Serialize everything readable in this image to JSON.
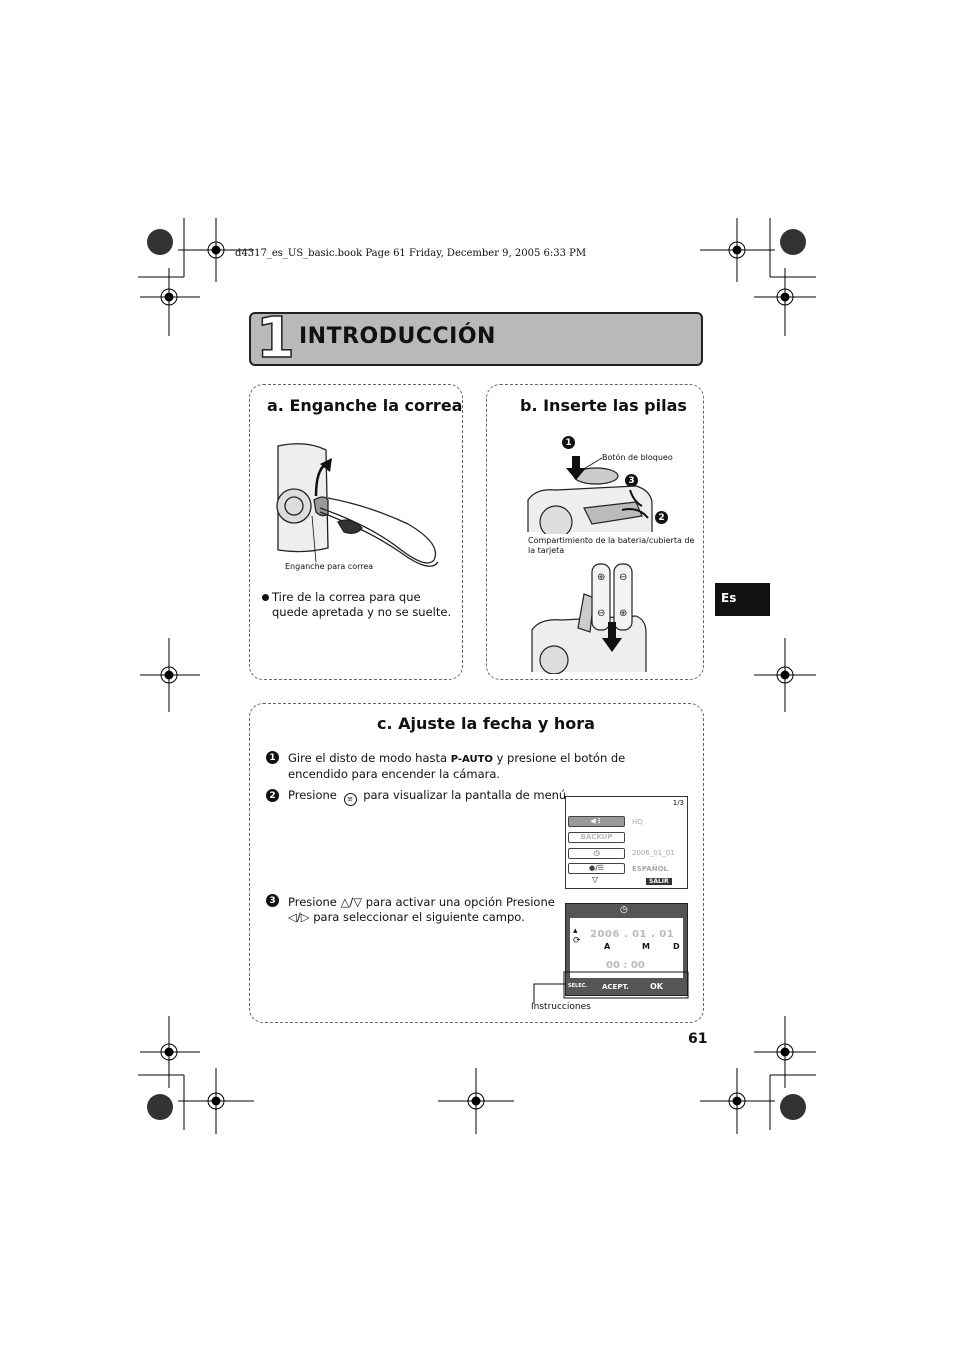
{
  "print_slug": "d4317_es_US_basic.book  Page 61  Friday, December 9, 2005  6:33 PM",
  "chapter": {
    "number": "1",
    "title": "INTRODUCCIÓN"
  },
  "side_tab": "Es",
  "section_a": {
    "heading": "a. Enganche la correa",
    "label_strap": "Enganche para correa",
    "bullet": "Tire de la correa para que quede apretada y no se suelte."
  },
  "section_b": {
    "heading": "b. Inserte las pilas",
    "label_lock": "Botón de bloqueo",
    "label_compartment": "Compartimiento de la bateria/cubierta de la tarjeta",
    "step_numbers": [
      "1",
      "2",
      "3"
    ]
  },
  "section_c": {
    "heading": "c. Ajuste la fecha y hora",
    "step1": {
      "num": "1",
      "text_before": "Gire el disto de modo hasta",
      "mode_label": "P-AUTO",
      "text_after": "y presione el botón de encendido para encender la cámara."
    },
    "step2": {
      "num": "2",
      "text_before": "Presione",
      "text_after": "para visualizar la pantalla de menú."
    },
    "step3": {
      "num": "3",
      "text_before": "Presione",
      "arrows_ud": "△/▽",
      "text_mid": "para activar una opción Presione",
      "arrows_lr": "◁/▷",
      "text_after": "para seleccionar el siguiente campo."
    },
    "label_instructions": "Instrucciones",
    "menu_screen": {
      "page": "1/3",
      "values": [
        "HQ",
        "",
        "2006_01_01",
        "ESPAÑOL"
      ],
      "backup_label": "BACKUP",
      "exit_label": "SALIR"
    },
    "date_screen": {
      "date": "2006 . 01 . 01",
      "order": [
        "A",
        "M",
        "D"
      ],
      "time": "00 : 00",
      "footer_select": "SELEC.",
      "footer_accept": "ACEPT.",
      "footer_ok": "OK"
    }
  },
  "page_number": "61"
}
